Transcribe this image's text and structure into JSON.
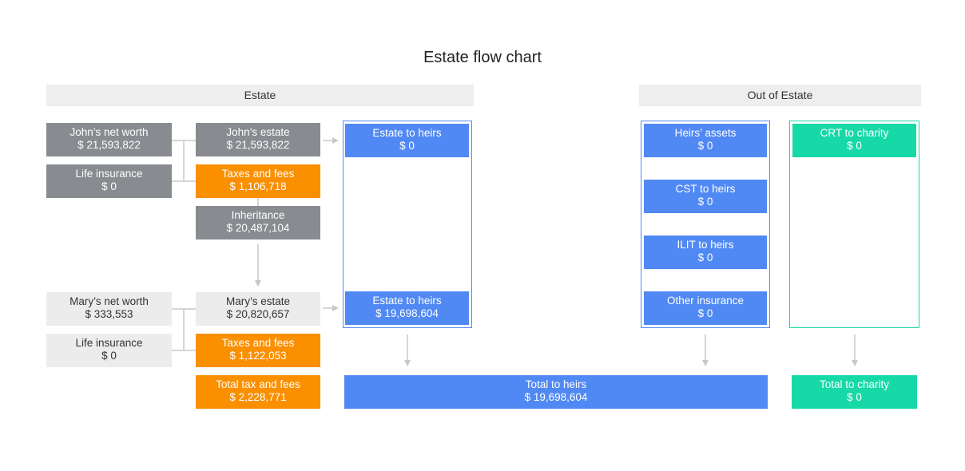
{
  "title": "Estate flow chart",
  "headers": {
    "estate": "Estate",
    "out_of_estate": "Out of Estate"
  },
  "john": {
    "net_worth": {
      "label": "John’s net worth",
      "value": "$ 21,593,822"
    },
    "life_insurance": {
      "label": "Life insurance",
      "value": "$ 0"
    },
    "estate": {
      "label": "John’s estate",
      "value": "$ 21,593,822"
    },
    "taxes": {
      "label": "Taxes and fees",
      "value": "$ 1,106,718"
    },
    "inheritance": {
      "label": "Inheritance",
      "value": "$ 20,487,104"
    },
    "to_heirs": {
      "label": "Estate to heirs",
      "value": "$ 0"
    }
  },
  "mary": {
    "net_worth": {
      "label": "Mary’s net worth",
      "value": "$ 333,553"
    },
    "life_insurance": {
      "label": "Life insurance",
      "value": "$ 0"
    },
    "estate": {
      "label": "Mary’s estate",
      "value": "$ 20,820,657"
    },
    "taxes": {
      "label": "Taxes and fees",
      "value": "$ 1,122,053"
    },
    "to_heirs": {
      "label": "Estate to heirs",
      "value": "$ 19,698,604"
    }
  },
  "total_tax": {
    "label": "Total tax and fees",
    "value": "$ 2,228,771"
  },
  "out_of_estate": {
    "heirs_assets": {
      "label": "Heirs’ assets",
      "value": "$ 0"
    },
    "cst": {
      "label": "CST to heirs",
      "value": "$ 0"
    },
    "ilit": {
      "label": "ILIT to heirs",
      "value": "$ 0"
    },
    "other_insurance": {
      "label": "Other insurance",
      "value": "$ 0"
    },
    "crt": {
      "label": "CRT to charity",
      "value": "$ 0"
    }
  },
  "total_heirs": {
    "label": "Total to heirs",
    "value": "$ 19,698,604"
  },
  "total_charity": {
    "label": "Total to charity",
    "value": "$ 0"
  },
  "colors": {
    "gray": "#888b8f",
    "light_gray": "#ececec",
    "orange": "#fa8f00",
    "blue": "#5189f4",
    "green": "#17d9a8",
    "connector": "#c8c8c8"
  }
}
